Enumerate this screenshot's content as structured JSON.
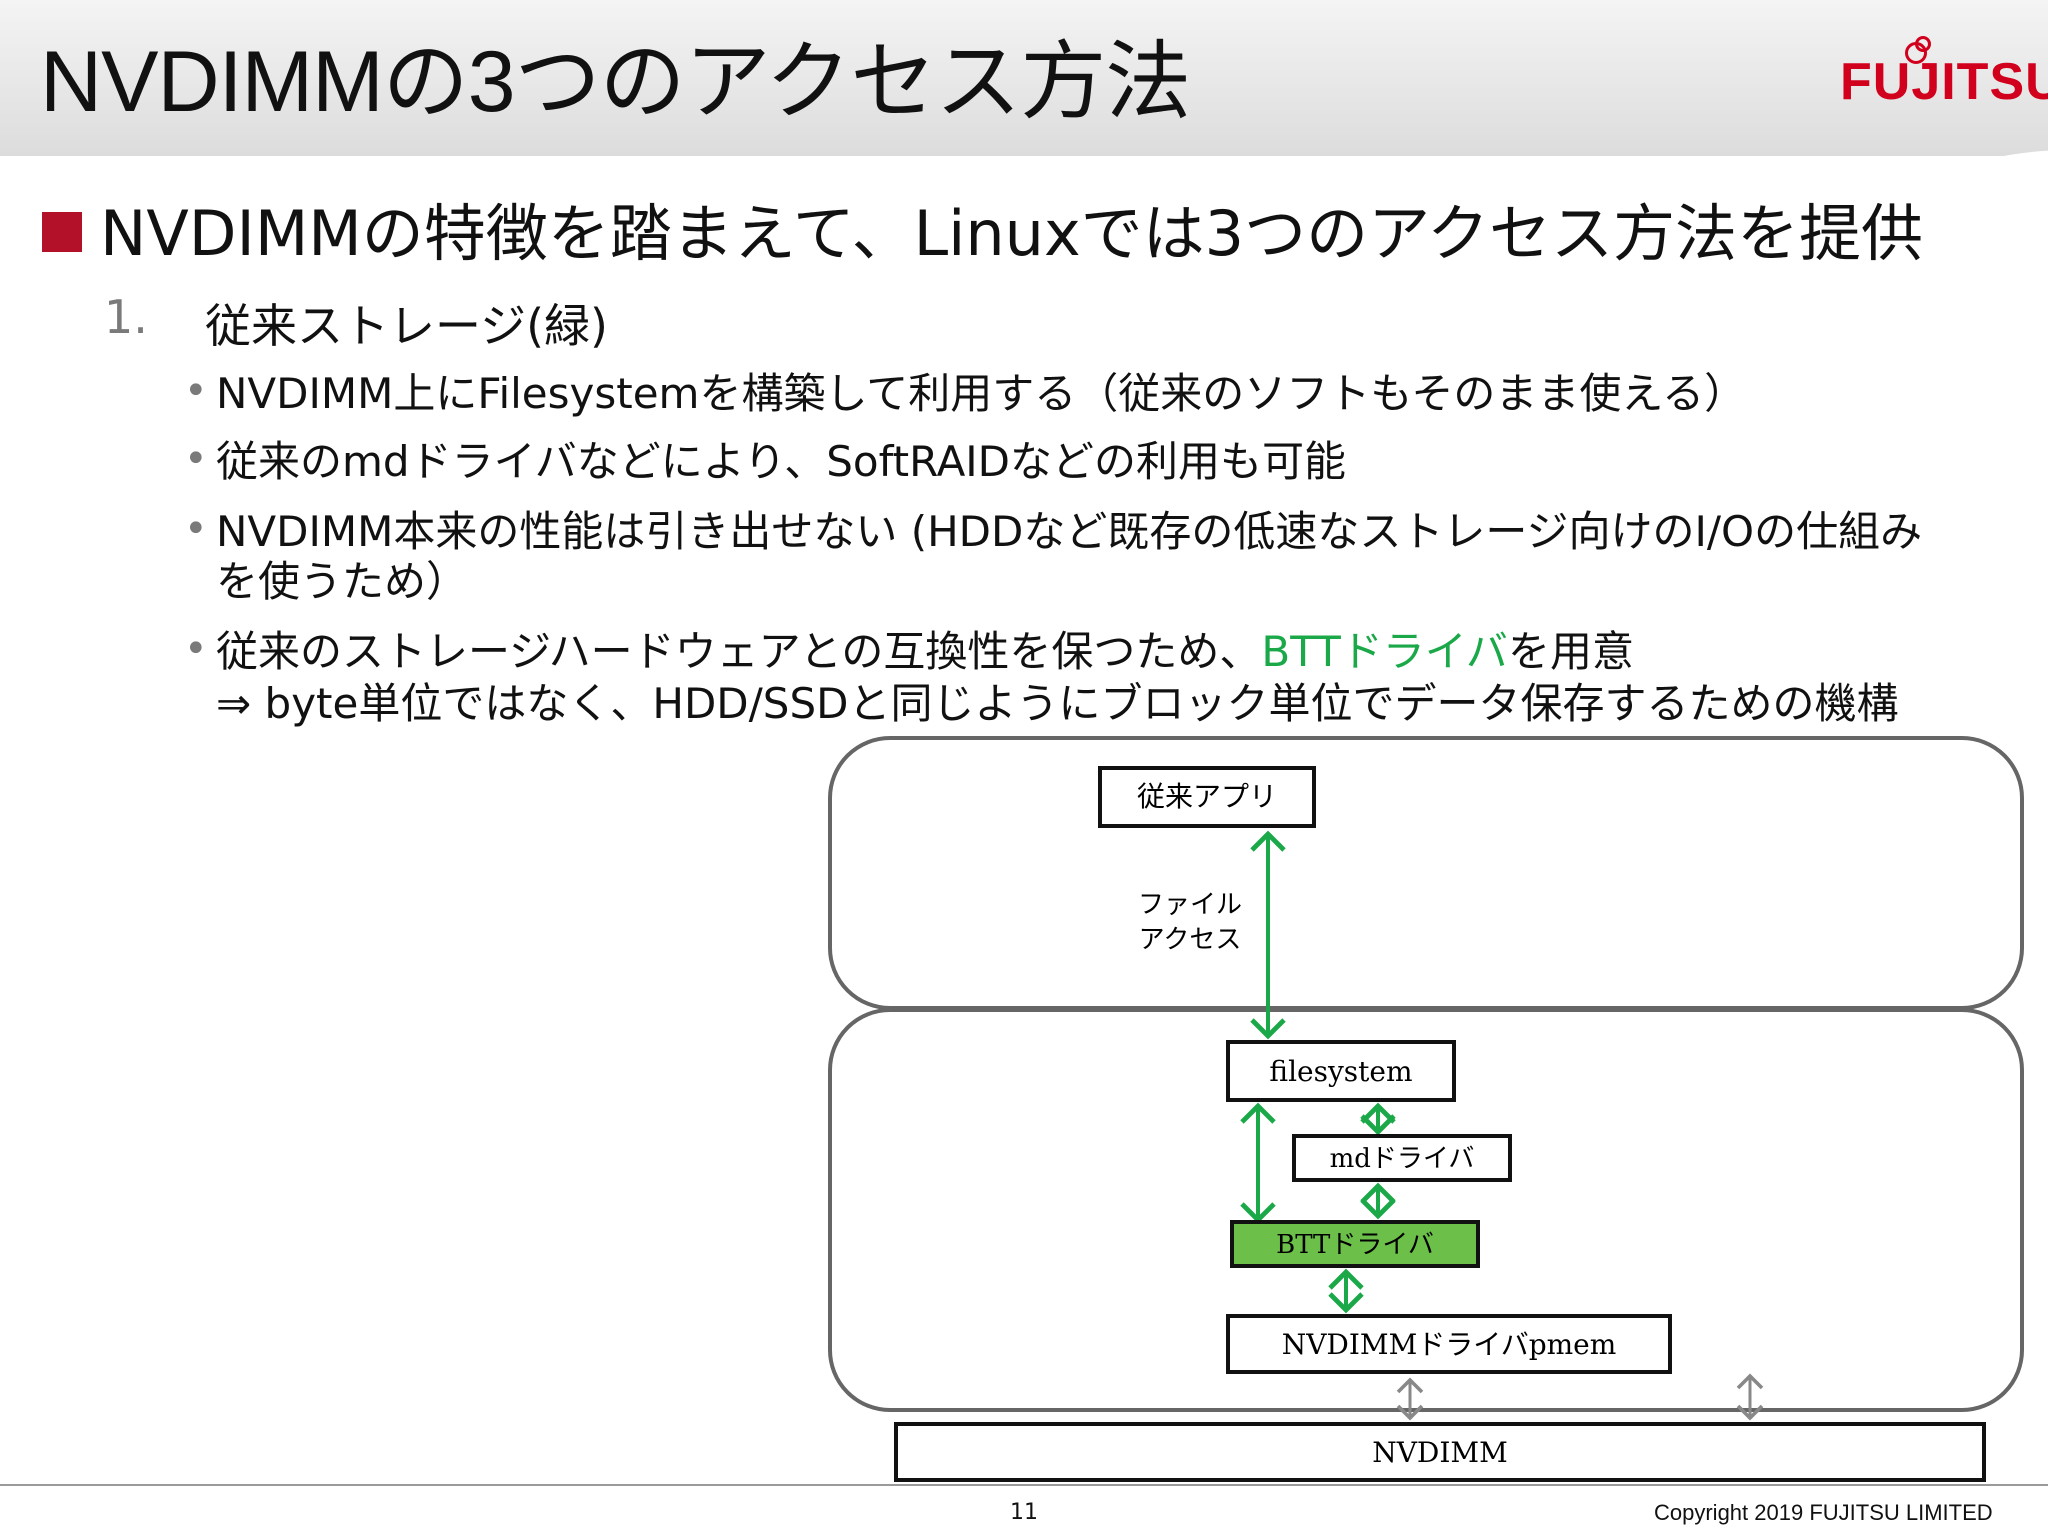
{
  "slide": {
    "title": "NVDIMMの3つのアクセス方法",
    "logo": "FUJITSU",
    "main_bullet": "NVDIMMの特徴を踏まえて、Linuxでは3つのアクセス方法を提供",
    "section_number": "1.",
    "section_title": "従来ストレージ(緑)",
    "items": [
      "NVDIMM上にFilesystemを構築して利用する（従来のソフトもそのまま使える）",
      "従来のmdドライバなどにより、SoftRAIDなどの利用も可能",
      "NVDIMM本来の性能は引き出せない (HDDなど既存の低速なストレージ向けのI/Oの仕組み",
      "を使うため）"
    ],
    "item4_prefix": "従来のストレージハードウェアとの互換性を保つため、",
    "item4_highlight": "BTTドライバ",
    "item4_suffix": "を用意",
    "item4_line2": "⇒ byte単位ではなく、HDD/SSDと同じようにブロック単位でデータ保存するための機構",
    "page_number": "11",
    "copyright": "Copyright 2019 FUJITSU LIMITED"
  },
  "diagram": {
    "app_box": "従来アプリ",
    "file_access_1": "ファイル",
    "file_access_2": "アクセス",
    "filesystem_box": "filesystem",
    "md_box": "mdドライバ",
    "btt_box": "BTTドライバ",
    "pmem_box": "NVDIMMドライバpmem",
    "nvdimm_box": "NVDIMM",
    "colors": {
      "green_arrow": "#1aa848",
      "btt_fill": "#6cc04a",
      "box_border": "#111111",
      "layer_border": "#666666"
    }
  }
}
